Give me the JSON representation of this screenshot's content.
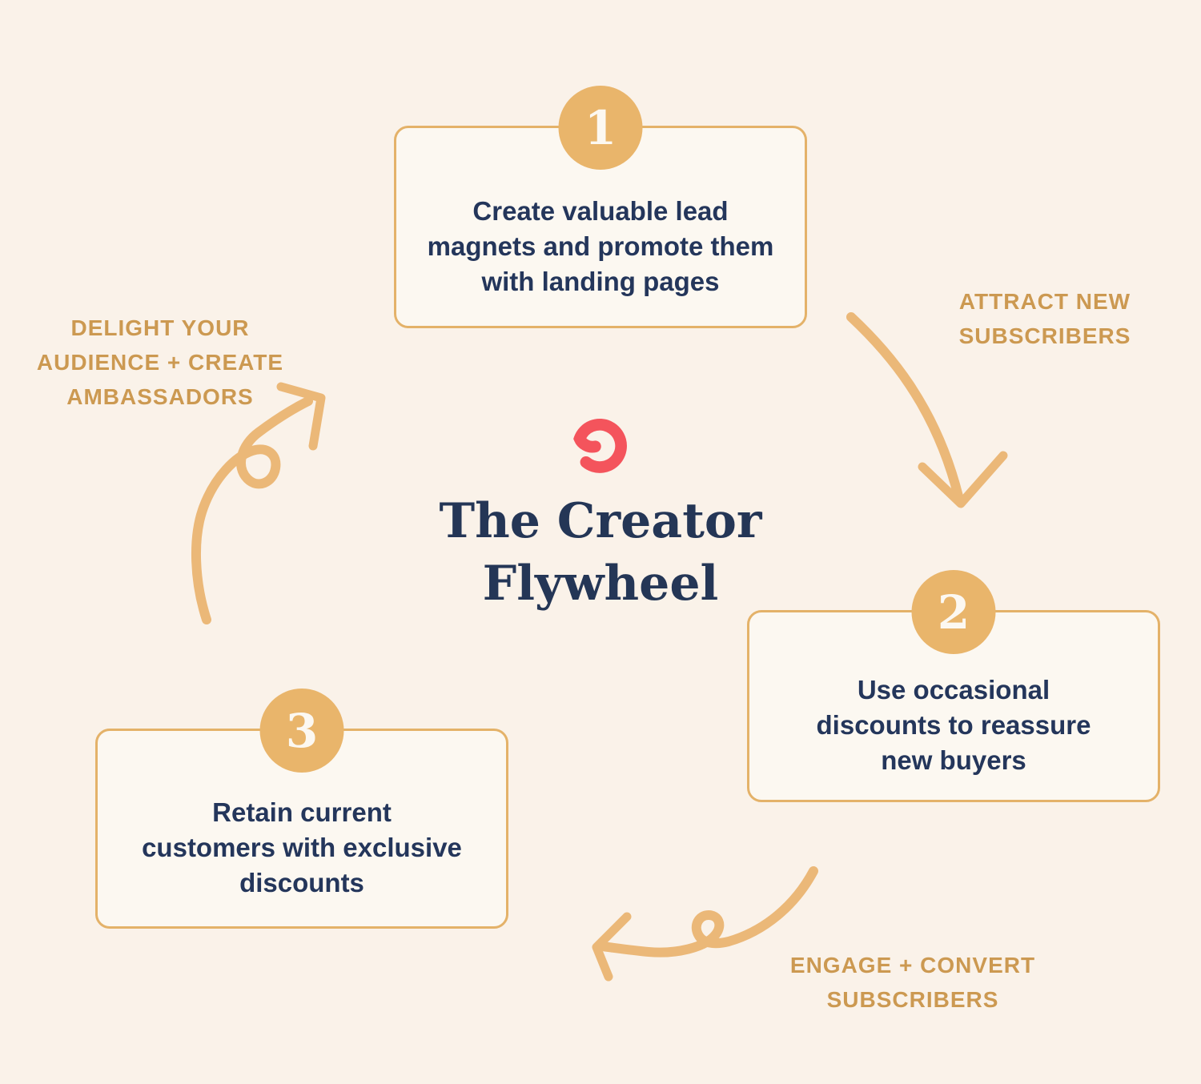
{
  "title": {
    "line1": "The Creator",
    "line2": "Flywheel"
  },
  "logo": {
    "icon": "swirl-ring-icon",
    "color": "#F4545C"
  },
  "steps": [
    {
      "number": "1",
      "lines": [
        "Create valuable lead",
        "magnets and promote them",
        "with landing pages"
      ]
    },
    {
      "number": "2",
      "lines": [
        "Use occasional",
        "discounts to reassure",
        "new buyers"
      ]
    },
    {
      "number": "3",
      "lines": [
        "Retain current",
        "customers with exclusive",
        "discounts"
      ]
    }
  ],
  "arrow_labels": {
    "attract": {
      "lines": [
        "ATTRACT NEW",
        "SUBSCRIBERS"
      ]
    },
    "engage": {
      "lines": [
        "ENGAGE + CONVERT",
        "SUBSCRIBERS"
      ]
    },
    "delight": {
      "lines": [
        "DELIGHT YOUR",
        "AUDIENCE + CREATE",
        "AMBASSADORS"
      ]
    }
  },
  "colors": {
    "background": "#FAF2E9",
    "card_fill": "#FCF8F1",
    "gold_border": "#E4B269",
    "gold_circle": "#E9B56B",
    "arrow_gold": "#EBB878",
    "label_gold": "#CC9951",
    "navy_text": "#24365B",
    "logo_coral": "#F4545C"
  }
}
